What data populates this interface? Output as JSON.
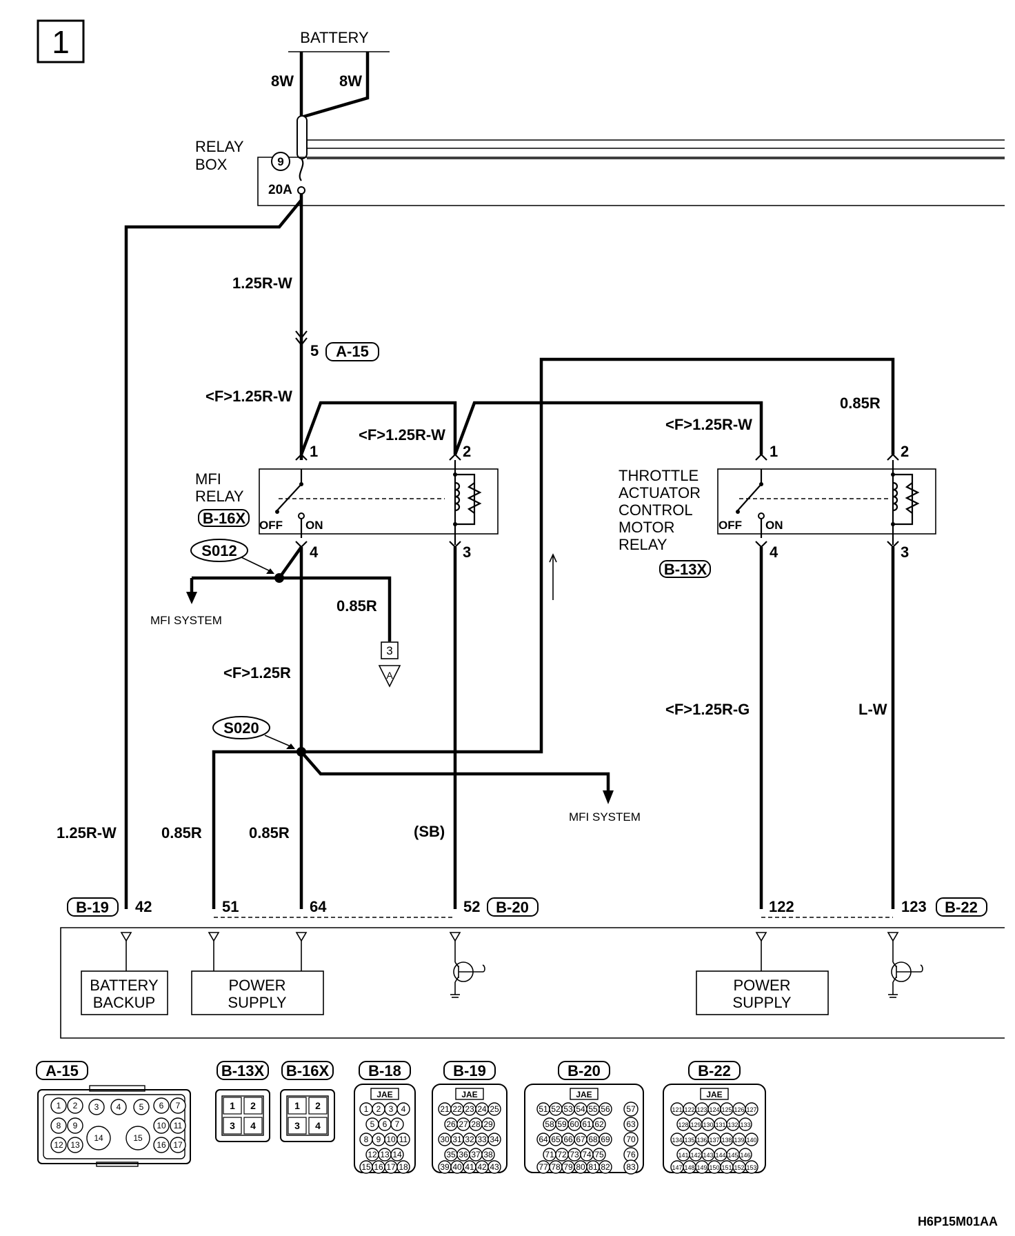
{
  "page_number": "1",
  "battery": {
    "label": "BATTERY",
    "wire_left": "8W",
    "wire_right": "8W"
  },
  "relay_box": {
    "label_line1": "RELAY",
    "label_line2": "BOX",
    "fuse_no": "9",
    "fuse_rating": "20A"
  },
  "wires": {
    "main": "1.25R-W",
    "f_main": "<F>1.25R-W",
    "f_relay_coil": "<F>1.25R-W",
    "top_right": "0.85R",
    "f_throttle_pin1": "<F>1.25R-W",
    "branch_a": "0.85R",
    "f_mid": "<F>1.25R",
    "f_throttle_out": "<F>1.25R-G",
    "throttle_coil_out": "L-W",
    "b19_42": "1.25R-W",
    "b19_51": "0.85R",
    "b19_64": "0.85R",
    "sb": "(SB)"
  },
  "connectors": {
    "a15_pin": "5",
    "a15": "A-15",
    "b16x": "B-16X",
    "b13x": "B-13X",
    "b19": "B-19",
    "b20": "B-20",
    "b22": "B-22"
  },
  "mfi_relay": {
    "label_line1": "MFI",
    "label_line2": "RELAY",
    "connector": "B-16X",
    "pin1": "1",
    "pin2": "2",
    "pin3": "3",
    "pin4": "4",
    "off": "OFF",
    "on": "ON"
  },
  "throttle_relay": {
    "label_lines": [
      "THROTTLE",
      "ACTUATOR",
      "CONTROL",
      "MOTOR",
      "RELAY"
    ],
    "connector": "B-13X",
    "pin1": "1",
    "pin2": "2",
    "pin3": "3",
    "pin4": "4",
    "off": "OFF",
    "on": "ON"
  },
  "splices": {
    "s012": "S012",
    "s020": "S020"
  },
  "mfi_system_1": "MFI SYSTEM",
  "mfi_system_2": "MFI SYSTEM",
  "page_ref": {
    "num": "3",
    "letter": "A"
  },
  "ecu_pins": {
    "p42": "42",
    "p51": "51",
    "p64": "64",
    "p52": "52",
    "p122": "122",
    "p123": "123"
  },
  "ecu_blocks": {
    "battery_backup_1": "BATTERY",
    "battery_backup_2": "BACKUP",
    "power_supply_1": "POWER",
    "power_supply_2": "SUPPLY",
    "power_supply_b_1": "POWER",
    "power_supply_b_2": "SUPPLY"
  },
  "connector_views": [
    {
      "label": "A-15"
    },
    {
      "label": "B-13X"
    },
    {
      "label": "B-16X"
    },
    {
      "label": "B-18",
      "maker": "JAE"
    },
    {
      "label": "B-19",
      "maker": "JAE"
    },
    {
      "label": "B-20",
      "maker": "JAE"
    },
    {
      "label": "B-22",
      "maker": "JAE"
    }
  ],
  "a15_pins": [
    "1",
    "2",
    "3",
    "4",
    "5",
    "6",
    "7",
    "8",
    "9",
    "10",
    "11",
    "12",
    "13",
    "14",
    "15",
    "16",
    "17"
  ],
  "b13x_pins": [
    "1",
    "2",
    "3",
    "4"
  ],
  "b16x_pins": [
    "1",
    "2",
    "3",
    "4"
  ],
  "b18_pins": [
    [
      "1",
      "2",
      "3",
      "4"
    ],
    [
      "5",
      "6",
      "7"
    ],
    [
      "8",
      "9",
      "10",
      "11"
    ],
    [
      "12",
      "13",
      "14"
    ],
    [
      "15",
      "16",
      "17",
      "18"
    ]
  ],
  "b19_pins": [
    [
      "21",
      "22",
      "23",
      "24",
      "25"
    ],
    [
      "26",
      "27",
      "28",
      "29"
    ],
    [
      "30",
      "31",
      "32",
      "33",
      "34"
    ],
    [
      "35",
      "36",
      "37",
      "38"
    ],
    [
      "39",
      "40",
      "41",
      "42",
      "43"
    ]
  ],
  "b20_pins": [
    [
      "51",
      "52",
      "53",
      "54",
      "55",
      "56",
      "57"
    ],
    [
      "58",
      "59",
      "60",
      "61",
      "62",
      "63"
    ],
    [
      "64",
      "65",
      "66",
      "67",
      "68",
      "69",
      "70"
    ],
    [
      "71",
      "72",
      "73",
      "74",
      "75",
      "76"
    ],
    [
      "77",
      "78",
      "79",
      "80",
      "81",
      "82",
      "83"
    ]
  ],
  "b22_pins": [
    [
      "121",
      "122",
      "123",
      "124",
      "125",
      "126",
      "127"
    ],
    [
      "128",
      "129",
      "130",
      "131",
      "132",
      "133"
    ],
    [
      "134",
      "135",
      "136",
      "137",
      "138",
      "139",
      "140"
    ],
    [
      "141",
      "142",
      "143",
      "144",
      "145",
      "146"
    ],
    [
      "147",
      "148",
      "149",
      "150",
      "151",
      "152",
      "153"
    ]
  ],
  "drawing_code": "H6P15M01AA"
}
